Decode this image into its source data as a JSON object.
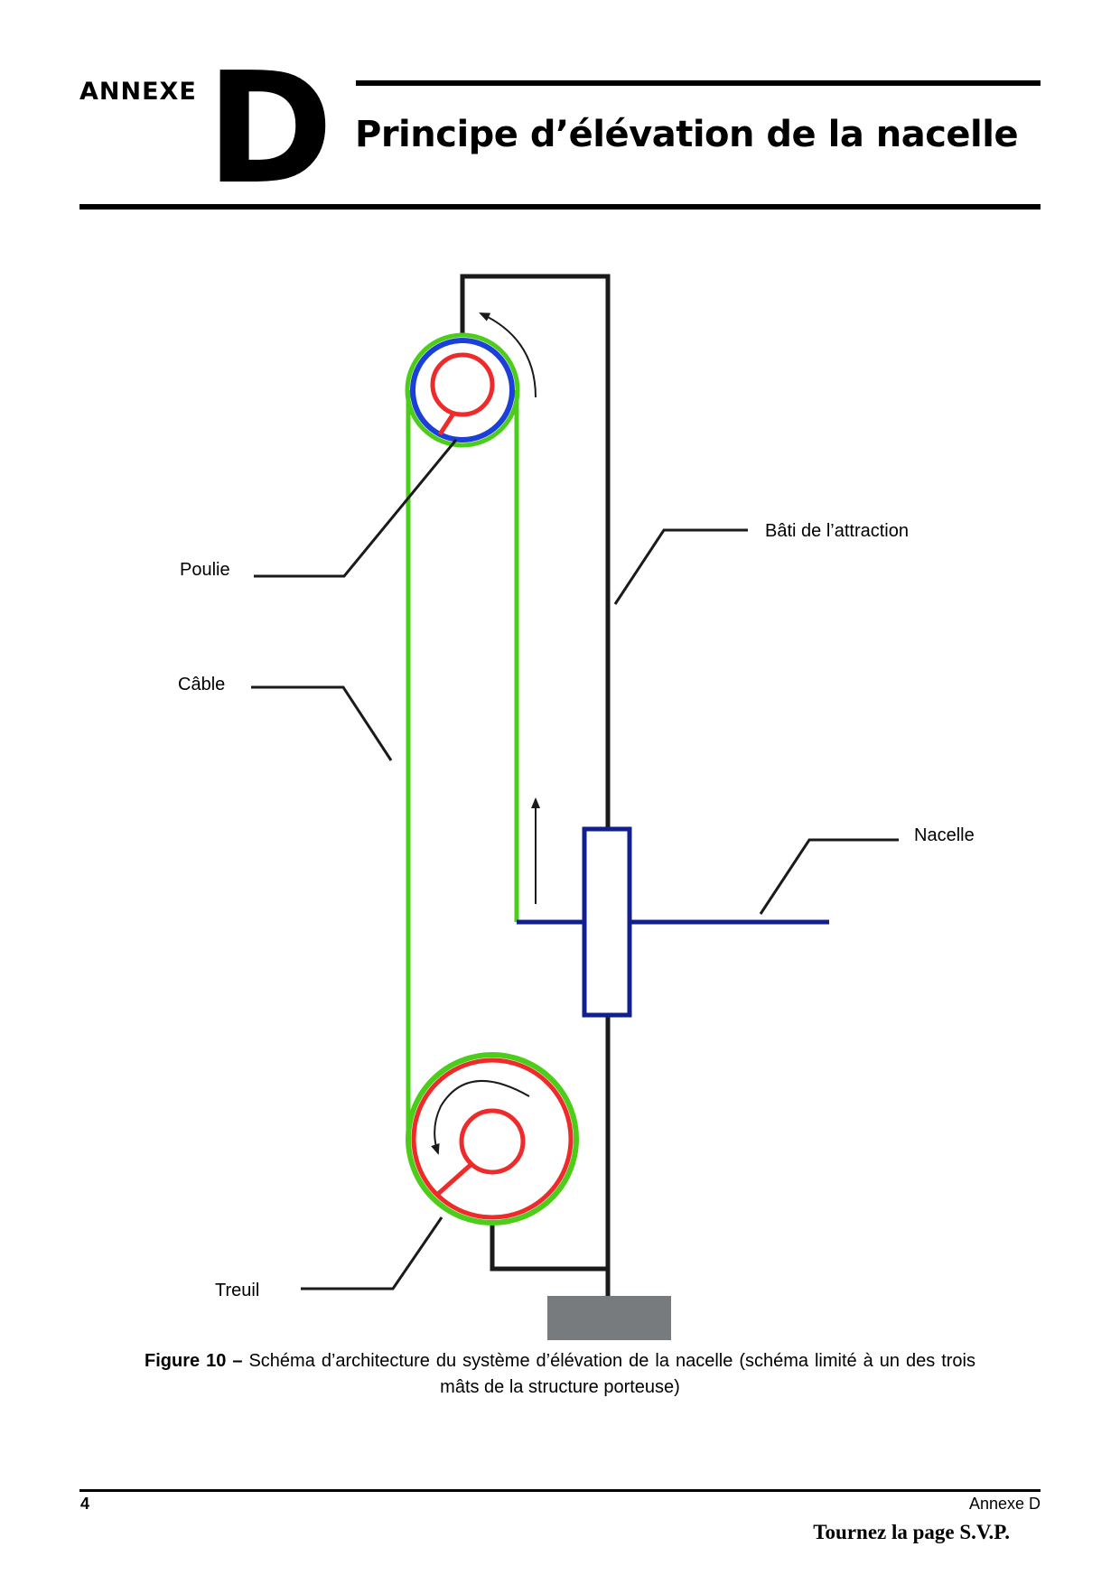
{
  "header": {
    "annexe_word": "ANNEXE",
    "annexe_letter": "D",
    "title": "Principe d’élévation de la nacelle"
  },
  "diagram": {
    "labels": {
      "poulie": "Poulie",
      "cable": "Câble",
      "treuil": "Treuil",
      "bati": "Bâti de l’attraction",
      "nacelle": "Nacelle"
    },
    "colors": {
      "frame": "#1a1a1a",
      "cable": "#4ccd1a",
      "pulley_rim": "#1c3fd9",
      "hub": "#ef2a2a",
      "nacelle": "#12208f",
      "base": "#777b7e"
    }
  },
  "caption": {
    "figure_number": "Figure 10 –",
    "text": "Schéma d’architecture du système d’élévation de la nacelle (schéma limité à un des trois mâts de la structure porteuse)"
  },
  "footer": {
    "page_number": "4",
    "annexe": "Annexe D",
    "turn_page": "Tournez la page S.V.P."
  }
}
